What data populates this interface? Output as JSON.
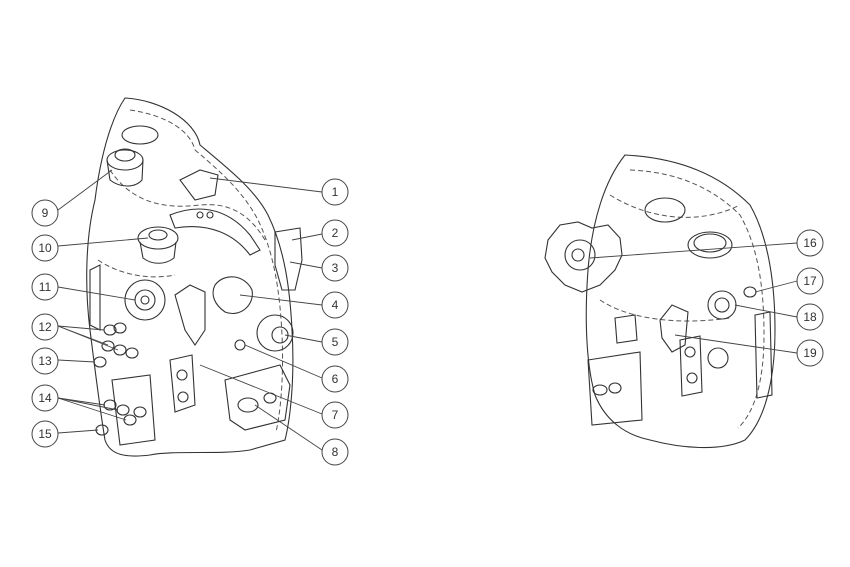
{
  "diagram": {
    "front_view_callouts": [
      "1",
      "2",
      "3",
      "4",
      "5",
      "6",
      "7",
      "8",
      "9",
      "10",
      "11",
      "12",
      "13",
      "14",
      "15"
    ],
    "rear_view_callouts": [
      "16",
      "17",
      "18",
      "19"
    ],
    "line_color": "#333333"
  }
}
